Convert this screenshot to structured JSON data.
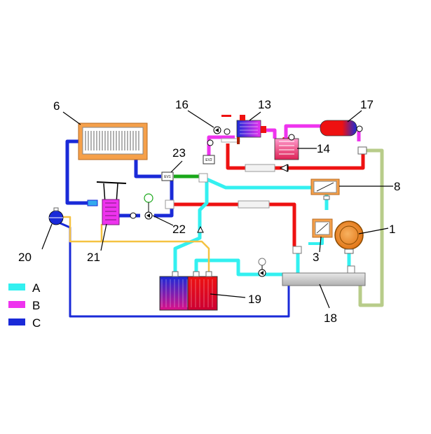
{
  "labels": {
    "n1": "1",
    "n3": "3",
    "n6": "6",
    "n8": "8",
    "n13": "13",
    "n14": "14",
    "n16": "16",
    "n17": "17",
    "n18": "18",
    "n19": "19",
    "n20": "20",
    "n21": "21",
    "n22": "22",
    "n23": "23"
  },
  "valve_tags": {
    "ev1": "EV1",
    "ev2": "EV2"
  },
  "legend": [
    {
      "key": "A",
      "color": "#33f0f0"
    },
    {
      "key": "B",
      "color": "#ee33ee"
    },
    {
      "key": "C",
      "color": "#1a2ad8"
    }
  ],
  "colors": {
    "cyan": "#33f0f0",
    "magenta": "#ee33ee",
    "blue": "#1a2ad8",
    "red": "#ee1111",
    "yellow": "#f5c242",
    "green": "#1aa81a",
    "olive": "#b8cc8a",
    "orange": "#f5a04a"
  }
}
